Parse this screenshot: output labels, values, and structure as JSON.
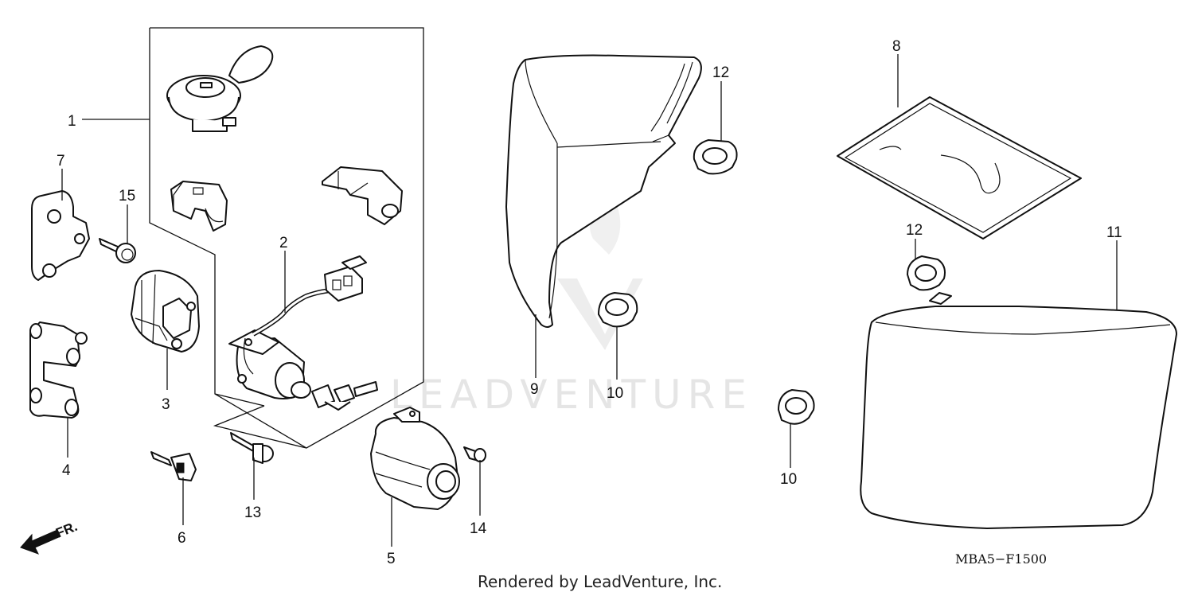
{
  "diagram": {
    "callouts": [
      "1",
      "2",
      "3",
      "4",
      "5",
      "6",
      "7",
      "8",
      "9",
      "10",
      "10",
      "11",
      "12",
      "12",
      "13",
      "14",
      "15"
    ],
    "front_arrow_label": "FR.",
    "diagram_code": "MBA5−F1500",
    "rendered_by": "Rendered by LeadVenture, Inc.",
    "watermark": "LEADVENTURE"
  }
}
